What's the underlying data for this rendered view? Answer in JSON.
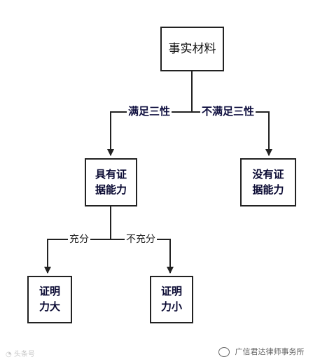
{
  "diagram": {
    "nodes": {
      "root": "事实材料",
      "has_evidence": "具有证\n据能力",
      "no_evidence": "没有证\n据能力",
      "strong_proof": "证明\n力大",
      "weak_proof": "证明\n力小"
    },
    "edges": {
      "meets_three": "满足三性",
      "not_meets_three": "不满足三性",
      "sufficient": "充分",
      "insufficient": "不充分"
    }
  },
  "watermark": {
    "left": "头条号",
    "right": "广信君达律师事务所"
  },
  "colors": {
    "line": "#222222",
    "label_bold": "#101040"
  }
}
